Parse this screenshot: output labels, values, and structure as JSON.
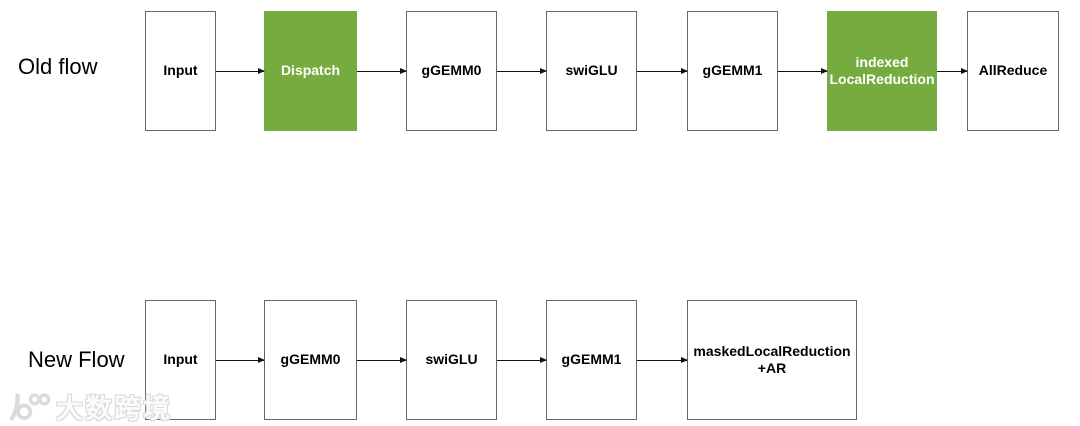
{
  "diagram": {
    "flows": [
      {
        "label": "Old flow",
        "nodes": [
          {
            "label": "Input",
            "highlight": false
          },
          {
            "label": "Dispatch",
            "highlight": true
          },
          {
            "label": "gGEMM0",
            "highlight": false
          },
          {
            "label": "swiGLU",
            "highlight": false
          },
          {
            "label": "gGEMM1",
            "highlight": false
          },
          {
            "label": "indexed\nLocalReduction",
            "highlight": true
          },
          {
            "label": "AllReduce",
            "highlight": false
          }
        ]
      },
      {
        "label": "New Flow",
        "nodes": [
          {
            "label": "Input",
            "highlight": false
          },
          {
            "label": "gGEMM0",
            "highlight": false
          },
          {
            "label": "swiGLU",
            "highlight": false
          },
          {
            "label": "gGEMM1",
            "highlight": false
          },
          {
            "label": "maskedLocalReduction\n+AR",
            "highlight": false
          }
        ]
      }
    ],
    "colors": {
      "highlight_green": "#76ab3f",
      "box_border": "#666666",
      "arrow_black": "#111111",
      "background": "#ffffff"
    }
  },
  "watermark": {
    "logo": "ten-to-the-100-logo",
    "text": "大数跨境"
  }
}
